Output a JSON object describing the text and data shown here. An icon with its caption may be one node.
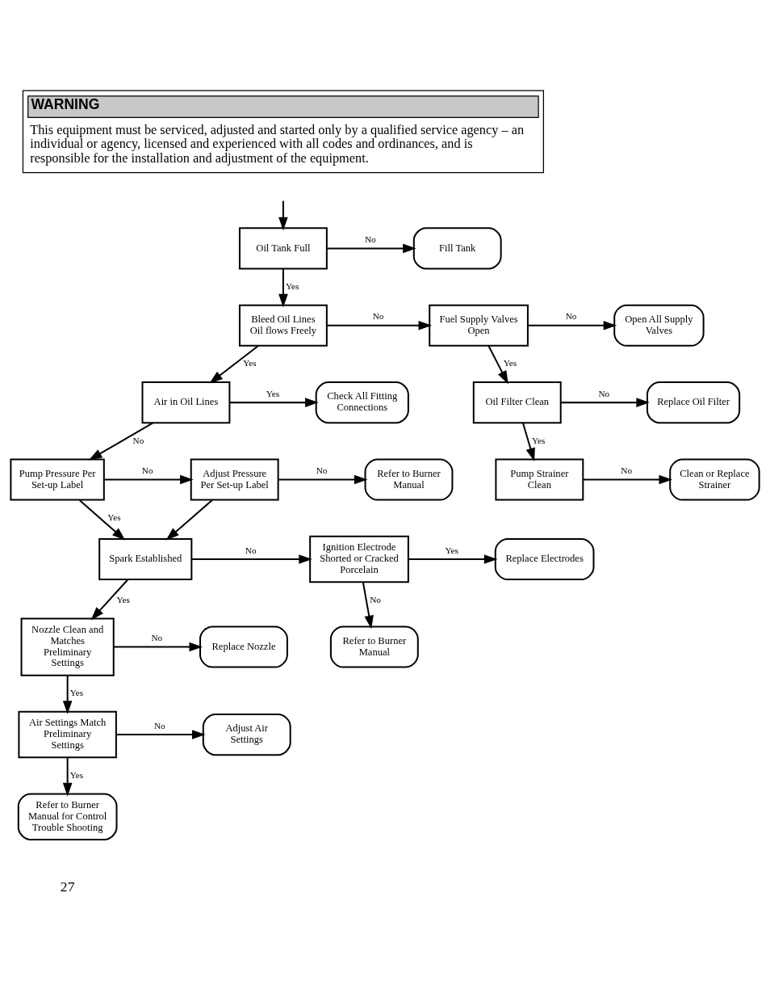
{
  "diagram": {
    "nodes": [
      {
        "text": [
          "WARNING",
          "This equipment must be serviced, adjusted and started only by a qualified service agency – an individual or agency, licensed and experienced with all codes and ordinances, and is responsible for the installation and adjustment of the equipment."
        ]
      },
      {
        "text": [
          "Oil Tank Full"
        ]
      },
      {
        "text": [
          "Fill Tank"
        ]
      },
      {
        "text": [
          "Bleed Oil Lines Oil flows Freely"
        ]
      },
      {
        "text": [
          "Fuel Supply Valves Open"
        ]
      },
      {
        "text": [
          "Open All Supply Valves"
        ]
      },
      {
        "text": [
          "Air in Oil Lines"
        ]
      },
      {
        "text": [
          "Check All Fitting Connections"
        ]
      },
      {
        "text": [
          "Oil Filter Clean"
        ]
      },
      {
        "text": [
          "Replace Oil Filter"
        ]
      },
      {
        "text": [
          "Pump Strainer Clean"
        ]
      },
      {
        "text": [
          "Clean or Replace Strainer"
        ]
      },
      {
        "text": [
          "Pump Pressure Per Set-up Label"
        ]
      },
      {
        "text": [
          "Adjust Pressure Per Set-up Label"
        ]
      },
      {
        "text": [
          "Refer to Burner Manual"
        ]
      },
      {
        "text": [
          "Spark Established"
        ]
      },
      {
        "text": [
          "Ignition Electrode Shorted or Cracked Porcelain"
        ]
      },
      {
        "text": [
          "Replace Electrodes"
        ]
      },
      {
        "text": [
          "Refer to Burner Manual"
        ]
      },
      {
        "text": [
          "Nozzle Clean and Matches Preliminary Settings"
        ]
      },
      {
        "text": [
          "Replace Nozzle"
        ]
      },
      {
        "text": [
          "Air Settings Match Preliminary Settings"
        ]
      },
      {
        "text": [
          "Adjust Air Settings"
        ]
      },
      {
        "text": [
          "Refer to Burner Manual for Control Trouble Shooting"
        ]
      }
    ],
    "edges": [
      {
        "from": null,
        "to": 1,
        "arrow": "to"
      },
      {
        "from": 1,
        "to": 2,
        "arrow": "to",
        "label": "No"
      },
      {
        "from": 1,
        "to": 3,
        "arrow": "to",
        "label": "Yes"
      },
      {
        "from": 3,
        "to": 4,
        "arrow": "to",
        "label": "No"
      },
      {
        "from": 3,
        "to": 6,
        "arrow": "to",
        "label": "Yes"
      },
      {
        "from": 4,
        "to": 5,
        "arrow": "to",
        "label": "No"
      },
      {
        "from": 4,
        "to": 8,
        "arrow": "to",
        "label": "Yes"
      },
      {
        "from": 6,
        "to": 7,
        "arrow": "to",
        "label": "Yes"
      },
      {
        "from": 6,
        "to": 12,
        "arrow": "to",
        "label": "No"
      },
      {
        "from": 8,
        "to": 9,
        "arrow": "to",
        "label": "No"
      },
      {
        "from": 8,
        "to": 10,
        "arrow": "to",
        "label": "Yes"
      },
      {
        "from": 10,
        "to": 11,
        "arrow": "to",
        "label": "No"
      },
      {
        "from": 12,
        "to": 13,
        "arrow": "to",
        "label": "No"
      },
      {
        "from": 12,
        "to": 15,
        "arrow": "to",
        "label": "Yes"
      },
      {
        "from": 13,
        "to": 14,
        "arrow": "to",
        "label": "No"
      },
      {
        "from": 13,
        "to": 15,
        "arrow": "to"
      },
      {
        "from": 15,
        "to": 16,
        "arrow": "to",
        "label": "No"
      },
      {
        "from": 15,
        "to": 19,
        "arrow": "to",
        "label": "Yes"
      },
      {
        "from": 16,
        "to": 17,
        "arrow": "to",
        "label": "Yes"
      },
      {
        "from": 16,
        "to": 18,
        "arrow": "to",
        "label": "No"
      },
      {
        "from": 19,
        "to": 20,
        "arrow": "to",
        "label": "No"
      },
      {
        "from": 19,
        "to": 21,
        "arrow": "to",
        "label": "Yes"
      },
      {
        "from": 21,
        "to": 22,
        "arrow": "to",
        "label": "No"
      },
      {
        "from": 21,
        "to": 23,
        "arrow": "to",
        "label": "Yes"
      }
    ],
    "labels": [
      "27"
    ]
  }
}
